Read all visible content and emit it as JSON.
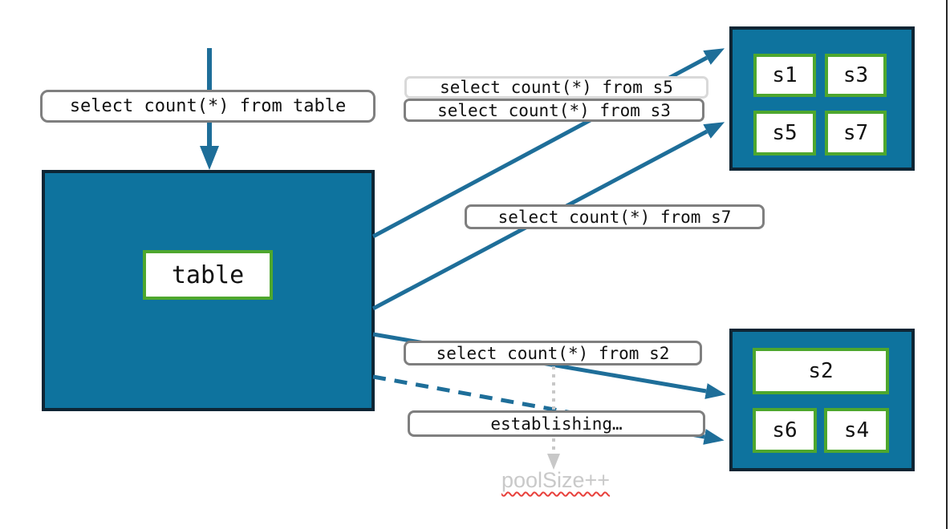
{
  "labels": {
    "query_table": "select count(*) from table",
    "query_s5": "select count(*) from s5",
    "query_s3": "select count(*) from s3",
    "query_s7": "select count(*) from s7",
    "query_s2": "select count(*) from s2",
    "establishing": "establishing…",
    "pool_size": "poolSize++"
  },
  "table_box": {
    "label": "table"
  },
  "shards": {
    "top": [
      "s1",
      "s3",
      "s5",
      "s7"
    ],
    "bottom": [
      "s2",
      "s6",
      "s4"
    ]
  },
  "icons": {
    "solid_arrow": "query-arrow-icon",
    "dashed_arrow": "establishing-connection-arrow-icon",
    "dotted_arrow": "pool-grow-arrow-icon"
  },
  "colors": {
    "box_fill": "#0e739e",
    "box_border": "#0d2534",
    "shard_border": "#4ea72e",
    "arrow": "#1e6e99",
    "label_border_dark": "#7f7f7f",
    "label_border_light": "#d9d9d9",
    "muted_gray": "#c8c8c8",
    "spellcheck_red": "#e8413c"
  }
}
